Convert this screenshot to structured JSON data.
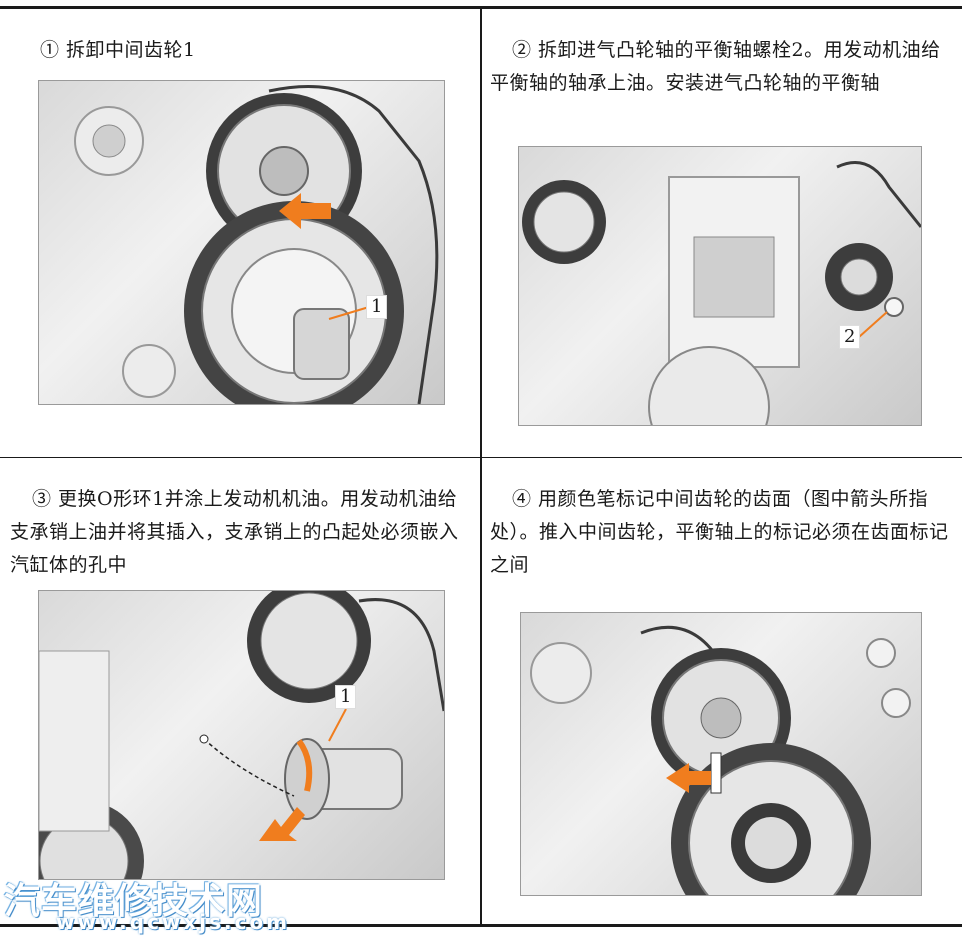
{
  "steps": [
    {
      "text": "① 拆卸中间齿轮1",
      "callouts": [
        "1"
      ]
    },
    {
      "text": "② 拆卸进气凸轮轴的平衡轴螺栓2。用发动机油给平衡轴的轴承上油。安装进气凸轮轴的平衡轴",
      "callouts": [
        "2"
      ]
    },
    {
      "text": "③ 更换O形环1并涂上发动机机油。用发动机油给支承销上油并将其插入，支承销上的凸起处必须嵌入汽缸体的孔中",
      "callouts": [
        "1"
      ]
    },
    {
      "text": "④ 用颜色笔标记中间齿轮的齿面（图中箭头所指处）。推入中间齿轮，平衡轴上的标记必须在齿面标记之间",
      "callouts": []
    }
  ],
  "watermark": {
    "main": "汽车维修技术网",
    "url": "www.qcwxjs.com"
  },
  "colors": {
    "arrow": "#f07d1e",
    "rule": "#1a1a1a",
    "watermark": "#4a90d0"
  }
}
